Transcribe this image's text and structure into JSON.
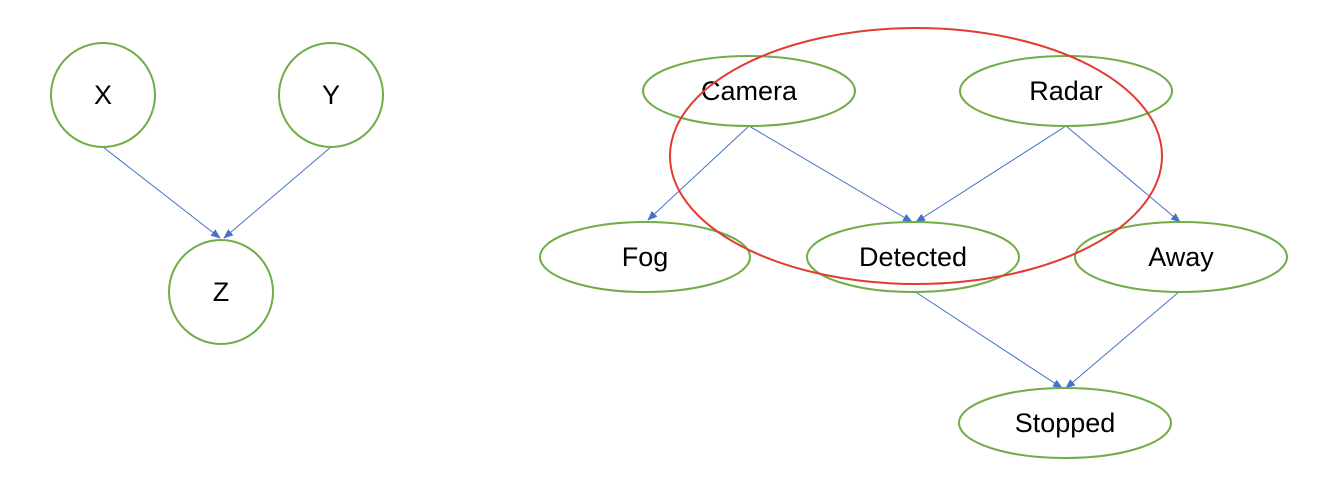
{
  "colors": {
    "node_stroke": "#70ad47",
    "edge": "#4472c4",
    "highlight": "#e03c31"
  },
  "diagram_left": {
    "nodes": [
      {
        "id": "X",
        "label": "X",
        "shape": "circle"
      },
      {
        "id": "Y",
        "label": "Y",
        "shape": "circle"
      },
      {
        "id": "Z",
        "label": "Z",
        "shape": "circle"
      }
    ],
    "edges": [
      {
        "from": "X",
        "to": "Z"
      },
      {
        "from": "Y",
        "to": "Z"
      }
    ]
  },
  "diagram_right": {
    "nodes": [
      {
        "id": "Camera",
        "label": "Camera",
        "shape": "ellipse"
      },
      {
        "id": "Radar",
        "label": "Radar",
        "shape": "ellipse"
      },
      {
        "id": "Fog",
        "label": "Fog",
        "shape": "ellipse"
      },
      {
        "id": "Detected",
        "label": "Detected",
        "shape": "ellipse"
      },
      {
        "id": "Away",
        "label": "Away",
        "shape": "ellipse"
      },
      {
        "id": "Stopped",
        "label": "Stopped",
        "shape": "ellipse"
      }
    ],
    "edges": [
      {
        "from": "Camera",
        "to": "Fog"
      },
      {
        "from": "Camera",
        "to": "Detected"
      },
      {
        "from": "Radar",
        "to": "Detected"
      },
      {
        "from": "Radar",
        "to": "Away"
      },
      {
        "from": "Detected",
        "to": "Stopped"
      },
      {
        "from": "Away",
        "to": "Stopped"
      }
    ],
    "highlight": {
      "encloses": [
        "Camera",
        "Radar",
        "Detected"
      ]
    }
  }
}
